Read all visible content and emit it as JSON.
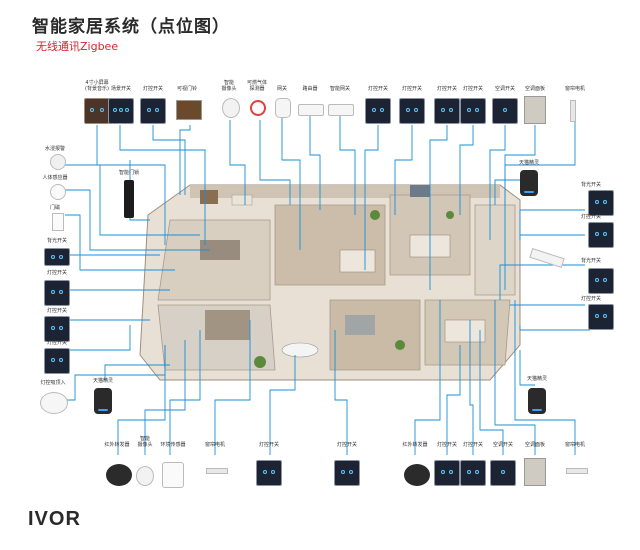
{
  "header": {
    "title": "智能家居系统（点位图）",
    "subtitle": "无线通讯Zigbee"
  },
  "brand": {
    "logo": "IVOR"
  },
  "colors": {
    "accent": "#d9232a",
    "line": "#1a8fd6",
    "panel": "#1c2433",
    "indicator": "#5ec8ff"
  },
  "top_row": [
    {
      "label": "4寸小屏幕\n(背景音乐)",
      "icon": "screen-panel-icon"
    },
    {
      "label": "场景开关",
      "icon": "switch-panel-icon"
    },
    {
      "label": "灯控开关",
      "icon": "switch-panel-icon"
    },
    {
      "label": "可视门铃",
      "icon": "doorbell-icon"
    },
    {
      "label": "智能\n摄像头",
      "icon": "camera-icon"
    },
    {
      "label": "可燃气体\n探测器",
      "icon": "gas-detector-icon"
    },
    {
      "label": "网关",
      "icon": "gateway-icon"
    },
    {
      "label": "路由器",
      "icon": "router-icon"
    },
    {
      "label": "智能网关",
      "icon": "hub-icon"
    },
    {
      "label": "灯控开关",
      "icon": "switch-panel-icon"
    },
    {
      "label": "灯控开关",
      "icon": "switch-panel-icon"
    },
    {
      "label": "灯控开关",
      "icon": "switch-panel-icon"
    },
    {
      "label": "灯控开关",
      "icon": "switch-panel-icon"
    },
    {
      "label": "空调开关",
      "icon": "switch-panel-icon"
    },
    {
      "label": "空调面板",
      "icon": "thermostat-icon"
    },
    {
      "label": "窗帘电机",
      "icon": "curtain-motor-icon"
    }
  ],
  "left_column": [
    {
      "label": "水浸报警",
      "icon": "water-leak-icon"
    },
    {
      "label": "人体感应器",
      "icon": "motion-sensor-icon"
    },
    {
      "label": "门磁",
      "icon": "door-sensor-icon"
    },
    {
      "label": "背光开关",
      "icon": "switch-panel-icon"
    },
    {
      "label": "灯控开关",
      "icon": "switch-panel-icon"
    },
    {
      "label": "灯控开关",
      "icon": "switch-panel-icon"
    },
    {
      "label": "灯控开关",
      "icon": "switch-panel-icon"
    },
    {
      "label": "灯控吸顶入",
      "icon": "ceiling-light-icon"
    }
  ],
  "right_column": [
    {
      "label": "天猫精灵",
      "icon": "speaker-icon"
    },
    {
      "label": "背光开关",
      "icon": "switch-panel-icon"
    },
    {
      "label": "灯控开关",
      "icon": "switch-panel-icon"
    },
    {
      "label": "背光开关",
      "icon": "switch-panel-icon"
    },
    {
      "label": "灯控开关",
      "icon": "switch-panel-icon"
    }
  ],
  "bottom_row": [
    {
      "label": "红外转发器",
      "icon": "ir-blaster-icon"
    },
    {
      "label": "智能\n摄像头",
      "icon": "camera-icon"
    },
    {
      "label": "环境传感器",
      "icon": "env-sensor-icon"
    },
    {
      "label": "窗帘电机",
      "icon": "curtain-motor-icon"
    },
    {
      "label": "灯控开关",
      "icon": "switch-panel-icon"
    },
    {
      "label": "灯控开关",
      "icon": "switch-panel-icon"
    },
    {
      "label": "红外转发器",
      "icon": "ir-blaster-icon"
    },
    {
      "label": "灯控开关",
      "icon": "switch-panel-icon"
    },
    {
      "label": "灯控开关",
      "icon": "switch-panel-icon"
    },
    {
      "label": "空调开关",
      "icon": "switch-panel-icon"
    },
    {
      "label": "空调面板",
      "icon": "thermostat-icon"
    },
    {
      "label": "窗帘电机",
      "icon": "curtain-motor-icon"
    }
  ],
  "misc": [
    {
      "label": "智能门锁",
      "icon": "smart-lock-icon"
    },
    {
      "label": "天猫精灵",
      "icon": "speaker-icon"
    },
    {
      "label": "天猫精灵",
      "icon": "speaker-icon"
    }
  ]
}
